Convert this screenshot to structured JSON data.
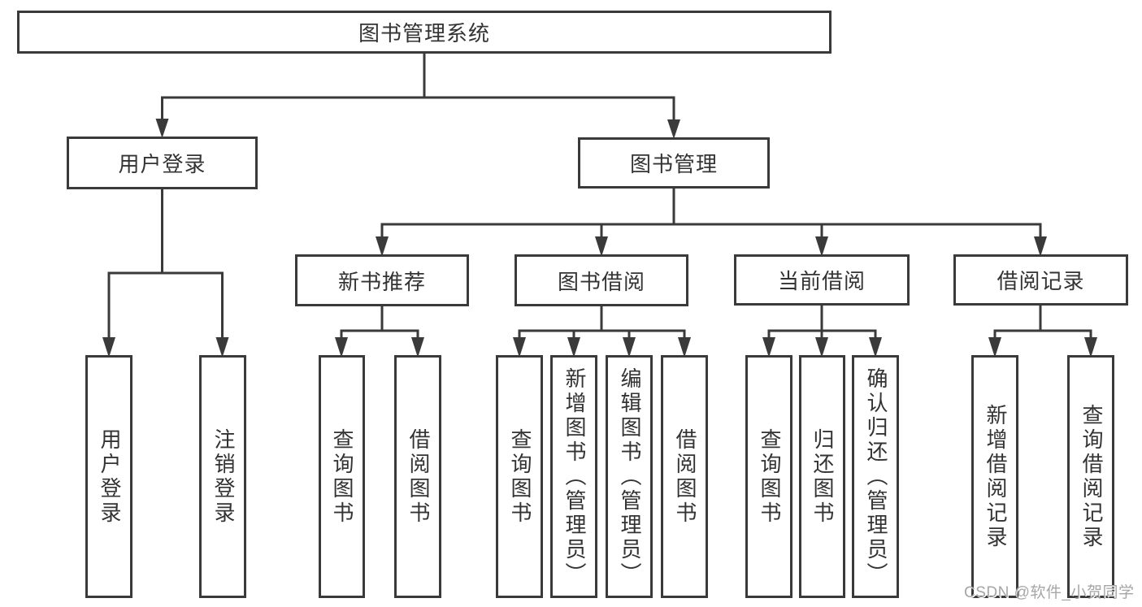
{
  "diagram": {
    "title": "图书管理系统",
    "root": "图书管理系统",
    "level2": [
      {
        "label": "用户登录"
      },
      {
        "label": "图书管理"
      }
    ],
    "level3": [
      {
        "label": "新书推荐",
        "parent": "图书管理"
      },
      {
        "label": "图书借阅",
        "parent": "图书管理"
      },
      {
        "label": "当前借阅",
        "parent": "图书管理"
      },
      {
        "label": "借阅记录",
        "parent": "图书管理"
      }
    ],
    "leaves": [
      {
        "label": "用户登录",
        "parent": "用户登录"
      },
      {
        "label": "注销登录",
        "parent": "用户登录"
      },
      {
        "label": "查询图书",
        "parent": "新书推荐"
      },
      {
        "label": "借阅图书",
        "parent": "新书推荐"
      },
      {
        "label": "查询图书",
        "parent": "图书借阅"
      },
      {
        "label": "新增图书（管理员）",
        "parent": "图书借阅"
      },
      {
        "label": "编辑图书（管理员）",
        "parent": "图书借阅"
      },
      {
        "label": "借阅图书",
        "parent": "图书借阅"
      },
      {
        "label": "查询图书",
        "parent": "当前借阅"
      },
      {
        "label": "归还图书",
        "parent": "当前借阅"
      },
      {
        "label": "确认归还（管理员）",
        "parent": "当前借阅"
      },
      {
        "label": "新增借阅记录",
        "parent": "借阅记录"
      },
      {
        "label": "查询借阅记录",
        "parent": "借阅记录"
      }
    ]
  },
  "watermark": {
    "text": "CSDN @软件_小贺同学"
  },
  "colors": {
    "line": "#3a3a3a",
    "box_background": "#ffffff",
    "text": "#333333",
    "watermark": "#a6a6a6"
  }
}
